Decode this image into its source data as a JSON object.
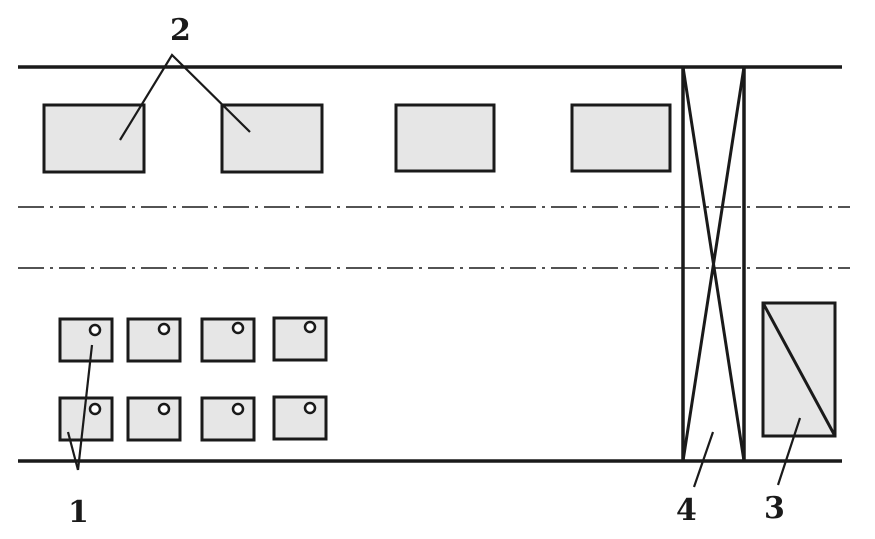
{
  "diagram": {
    "labels": {
      "label_1": "1",
      "label_2": "2",
      "label_3": "3",
      "label_4": "4"
    },
    "colors": {
      "line": "#1a1a1a",
      "fill": "#e6e6e6",
      "background": "#ffffff"
    }
  }
}
